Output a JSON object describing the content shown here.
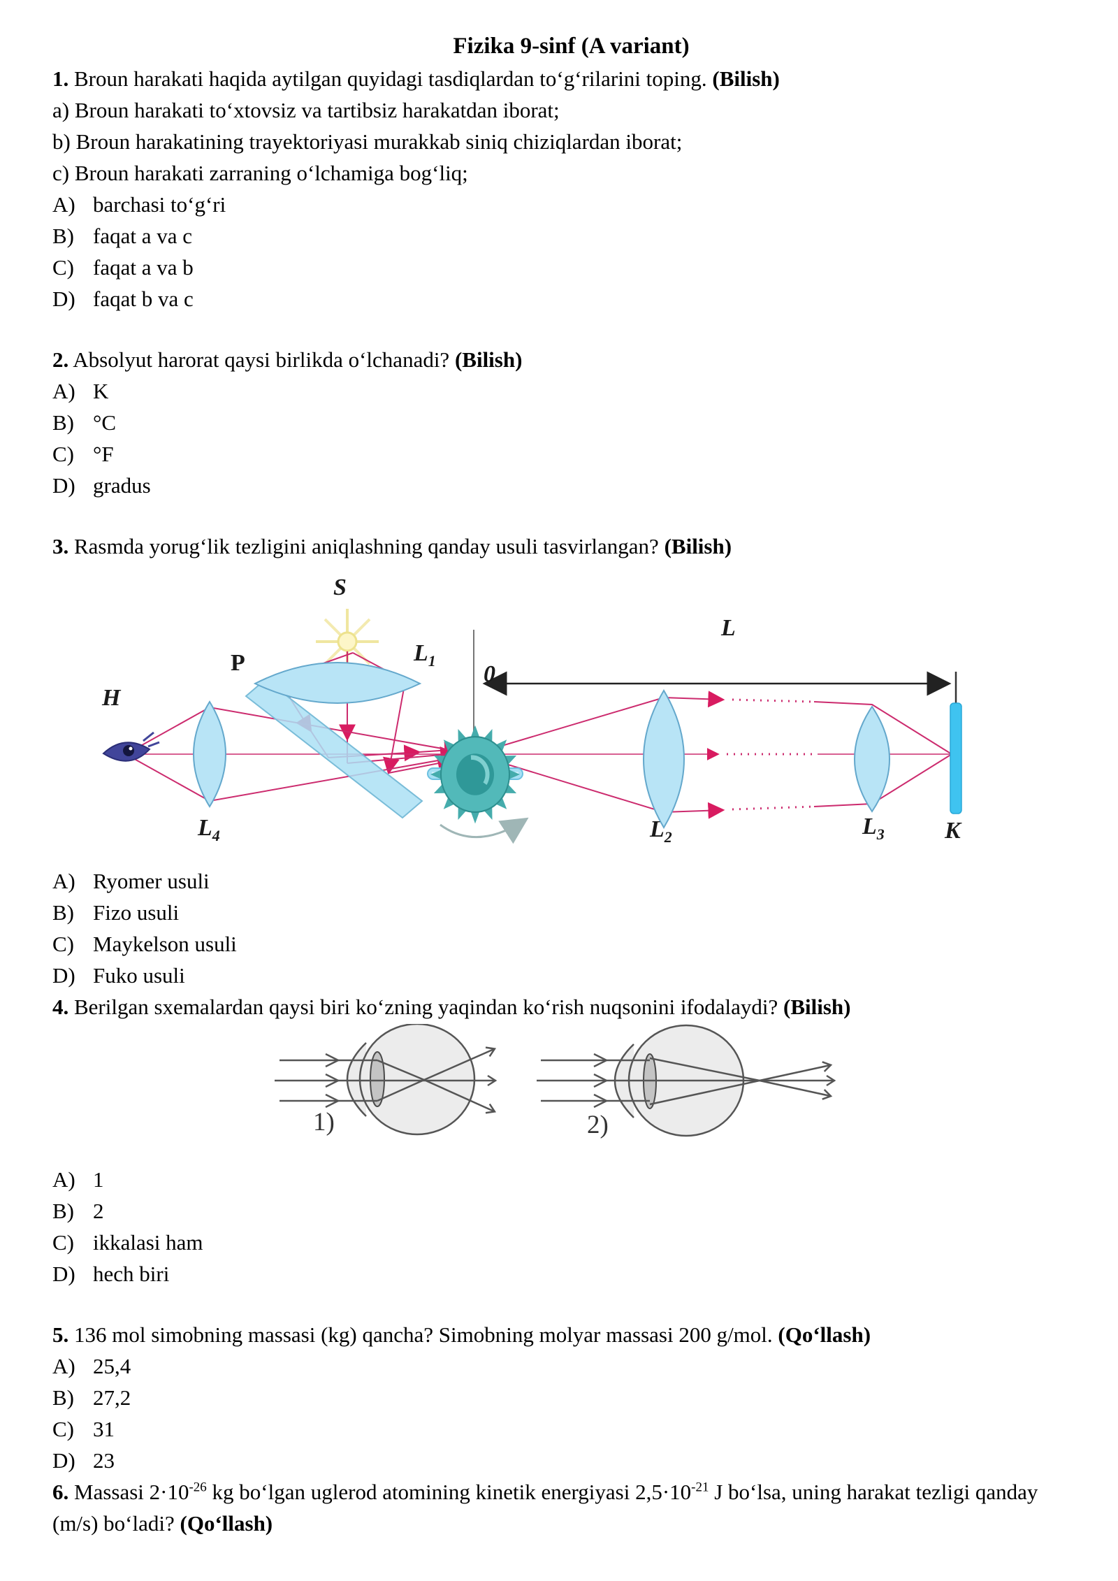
{
  "title": "Fizika 9-sinf (A variant)",
  "questions": [
    {
      "num": "1.",
      "text": "Broun harakati haqida aytilgan quyidagi tasdiqlardan toʻgʻrilarini toping.",
      "level": "(Bilish)",
      "statements": [
        "a) Broun harakati toʻxtovsiz va tartibsiz harakatdan iborat;",
        "b) Broun harakatining trayektoriyasi murakkab siniq chiziqlardan iborat;",
        "c) Broun harakati zarraning oʻlchamiga bogʻliq;"
      ],
      "options": [
        {
          "letter": "A)",
          "text": "barchasi toʻgʻri"
        },
        {
          "letter": "B)",
          "text": "faqat a va c"
        },
        {
          "letter": "C)",
          "text": "faqat a va b"
        },
        {
          "letter": "D)",
          "text": "faqat b va c"
        }
      ]
    },
    {
      "num": "2.",
      "text": "Absolyut harorat qaysi birlikda oʻlchanadi?",
      "level": "(Bilish)",
      "options": [
        {
          "letter": "A)",
          "text": "K"
        },
        {
          "letter": "B)",
          "text": "°C"
        },
        {
          "letter": "C)",
          "text": "°F"
        },
        {
          "letter": "D)",
          "text": "gradus"
        }
      ]
    },
    {
      "num": "3.",
      "text": "Rasmda yorugʻlik tezligini aniqlashning qanday usuli tasvirlangan?",
      "level": "(Bilish)",
      "options": [
        {
          "letter": "A)",
          "text": "Ryomer usuli"
        },
        {
          "letter": "B)",
          "text": "Fizo usuli"
        },
        {
          "letter": "C)",
          "text": "Maykelson usuli"
        },
        {
          "letter": "D)",
          "text": "Fuko usuli"
        }
      ]
    },
    {
      "num": "4.",
      "text": "Berilgan sxemalardan qaysi biri koʻzning yaqindan koʻrish nuqsonini ifodalaydi?",
      "level": "(Bilish)",
      "options": [
        {
          "letter": "A)",
          "text": "1"
        },
        {
          "letter": "B)",
          "text": "2"
        },
        {
          "letter": "C)",
          "text": "ikkalasi ham"
        },
        {
          "letter": "D)",
          "text": "hech biri"
        }
      ]
    },
    {
      "num": "5.",
      "text": "136 mol simobning massasi (kg) qancha? Simobning molyar massasi 200 g/mol.",
      "level": "(Qoʻllash)",
      "options": [
        {
          "letter": "A)",
          "text": "25,4"
        },
        {
          "letter": "B)",
          "text": "27,2"
        },
        {
          "letter": "C)",
          "text": "31"
        },
        {
          "letter": "D)",
          "text": "23"
        }
      ]
    },
    {
      "num": "6.",
      "t1": "Massasi 2·10",
      "sup1": "-26",
      "t2": " kg boʻlgan uglerod atomining kinetik energiyasi 2,5·10",
      "sup2": "-21",
      "t3": " J boʻlsa, uning harakat tezligi qanday (m/s) boʻladi?",
      "level": "(Qoʻllash)"
    }
  ],
  "figures": {
    "fizeau": {
      "labels": {
        "s": "S",
        "l1": "L",
        "l1sub": "1",
        "p": "P",
        "h": "H",
        "l4": "L",
        "l4sub": "4",
        "zero": "0",
        "dist": "L",
        "l2": "L",
        "l2sub": "2",
        "l3": "L",
        "l3sub": "3",
        "k": "K"
      },
      "colors": {
        "lens": "#b8e4f6",
        "ray": "#cc2b6e",
        "gear": "#4fb7b7",
        "mirror": "#3fc3f0",
        "sun": "#f5eaa0"
      }
    },
    "eyes": {
      "fig1": "1)",
      "fig2": "2)"
    }
  }
}
